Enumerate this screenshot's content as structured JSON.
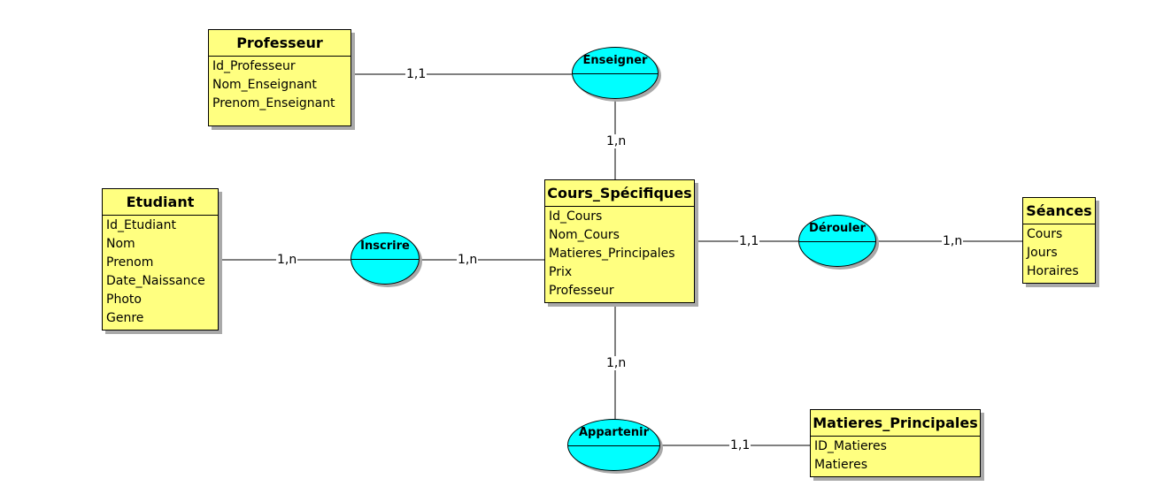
{
  "entities": {
    "professeur": {
      "title": "Professeur",
      "attributes": [
        "Id_Professeur",
        "Nom_Enseignant",
        "Prenom_Enseignant"
      ]
    },
    "etudiant": {
      "title": "Etudiant",
      "attributes": [
        "Id_Etudiant",
        "Nom",
        "Prenom",
        "Date_Naissance",
        "Photo",
        "Genre"
      ]
    },
    "cours": {
      "title": "Cours_Spécifiques",
      "attributes": [
        "Id_Cours",
        "Nom_Cours",
        "Matieres_Principales",
        "Prix",
        "Professeur"
      ]
    },
    "seances": {
      "title": "Séances",
      "attributes": [
        "Cours",
        "Jours",
        "Horaires"
      ]
    },
    "matieres": {
      "title": "Matieres_Principales",
      "attributes": [
        "ID_Matieres",
        "Matieres"
      ]
    }
  },
  "associations": {
    "enseigner": "Enseigner",
    "inscrire": "Inscrire",
    "derouler": "Dérouler",
    "appartenir": "Appartenir"
  },
  "cardinalities": {
    "prof_enseigner": "1,1",
    "enseigner_cours": "1,n",
    "etudiant_inscrire": "1,n",
    "inscrire_cours": "1,n",
    "cours_derouler": "1,1",
    "derouler_seances": "1,n",
    "cours_appartenir": "1,n",
    "appartenir_matieres": "1,1"
  },
  "colors": {
    "entity_fill": "#ffff80",
    "association_fill": "#00ffff",
    "shadow": "#a9a9a9"
  }
}
